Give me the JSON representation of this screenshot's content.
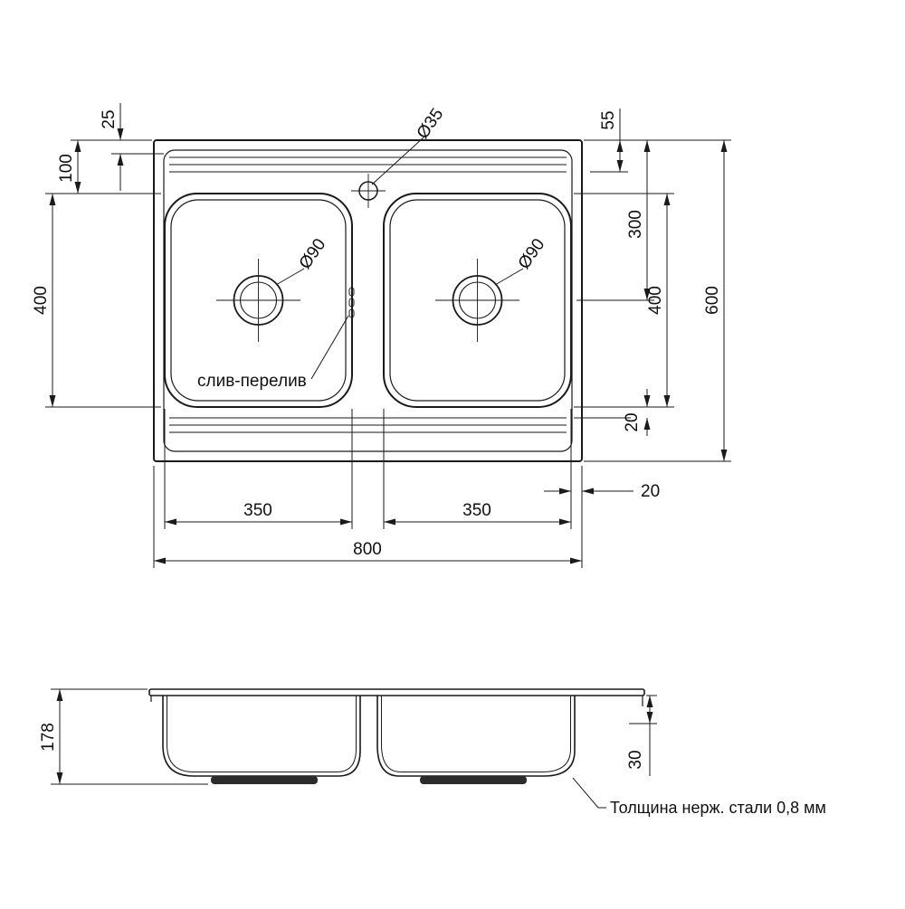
{
  "drawing": {
    "type": "technical dimension drawing",
    "subject": "double bowl overlay kitchen sink"
  },
  "colors": {
    "line": "#1a1a1a",
    "background": "#ffffff"
  },
  "top_view": {
    "dims": {
      "offset_top_inner": "25",
      "top_to_bowl": "100",
      "bowl_height_left": "400",
      "faucet_offset": "55",
      "top_to_drain": "300",
      "bowl_height_right": "400",
      "bowl_to_inner_line": "20",
      "overall_height": "600",
      "bowl_to_edge": "20",
      "bowl_width_left": "350",
      "bowl_width_right": "350",
      "overall_width": "800"
    },
    "labels": {
      "faucet_hole_diameter": "Ø35",
      "drain_left_diameter": "Ø90",
      "drain_right_diameter": "Ø90",
      "overflow": "слив-перелив"
    }
  },
  "side_view": {
    "dims": {
      "overall_depth": "178",
      "rim_height": "30"
    },
    "note": "Толщина нерж. стали 0,8 мм"
  }
}
